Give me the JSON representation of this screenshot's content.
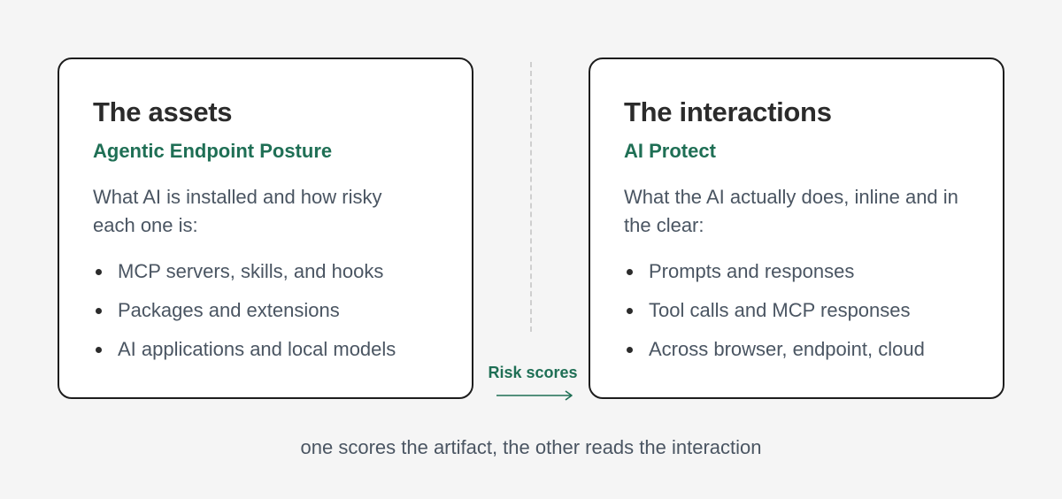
{
  "left_card": {
    "title": "The assets",
    "subtitle": "Agentic Endpoint Posture",
    "description": "What AI is installed and how risky each one is:",
    "items": [
      "MCP servers, skills, and hooks",
      "Packages and extensions",
      "AI applications and local models"
    ]
  },
  "right_card": {
    "title": "The interactions",
    "subtitle": "AI Protect",
    "description": "What the AI actually does, inline and in the clear:",
    "items": [
      "Prompts and responses",
      "Tool calls and MCP responses",
      "Across browser, endpoint, cloud"
    ]
  },
  "connector": {
    "label": "Risk scores",
    "direction": "right"
  },
  "caption": "one scores the artifact, the other reads the interaction",
  "colors": {
    "background": "#f5f5f5",
    "accent": "#1f6f55",
    "card_border": "#1d1d1d",
    "body_text": "#4a5562"
  }
}
